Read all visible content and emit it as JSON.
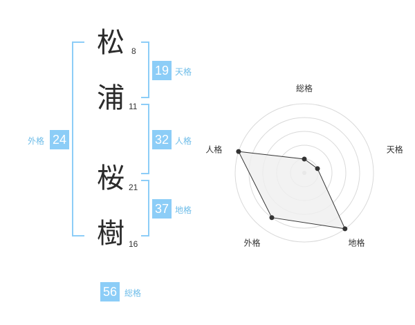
{
  "name": {
    "chars": [
      {
        "char": "松",
        "strokes": "8"
      },
      {
        "char": "浦",
        "strokes": "11"
      },
      {
        "char": "桜",
        "strokes": "21"
      },
      {
        "char": "樹",
        "strokes": "16"
      }
    ]
  },
  "kakusu": {
    "tenkaku": {
      "value": "19",
      "label": "天格"
    },
    "jinkaku": {
      "value": "32",
      "label": "人格"
    },
    "chikaku": {
      "value": "37",
      "label": "地格"
    },
    "gaikaku": {
      "value": "24",
      "label": "外格"
    },
    "soukaku": {
      "value": "56",
      "label": "総格"
    }
  },
  "colors": {
    "accent": "#8ccdf7",
    "label": "#6fbde9",
    "grid": "#d9d9d9",
    "fill": "#efefef",
    "point": "#333333"
  },
  "chart_data": {
    "type": "radar",
    "axes": [
      "総格",
      "天格",
      "地格",
      "外格",
      "人格"
    ],
    "values": [
      1,
      1,
      5,
      4,
      5
    ],
    "max": 5
  }
}
